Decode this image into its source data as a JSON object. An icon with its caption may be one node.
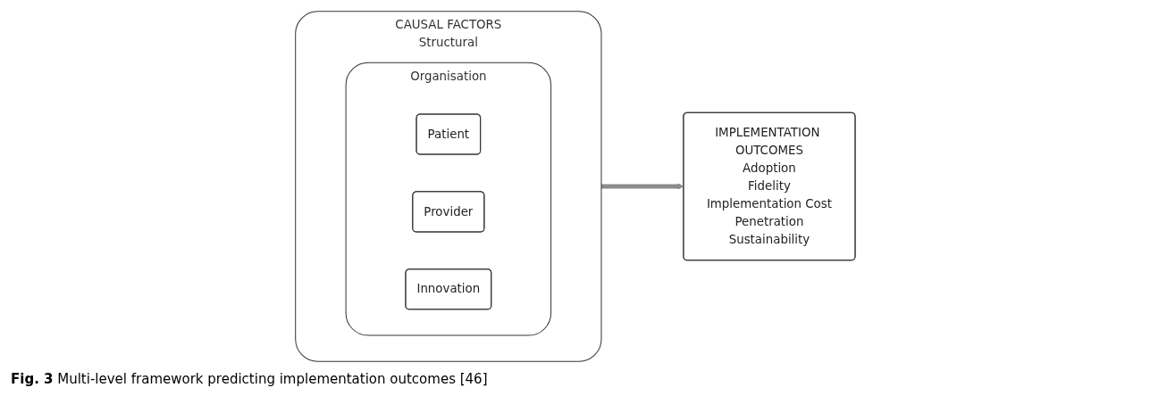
{
  "diagram": {
    "caption": "**Fig. 3** Multi-level framework predicting implementation outcomes [46]",
    "nodes": [
      {
        "text": [
          "CAUSAL FACTORS",
          "Structural"
        ]
      },
      {
        "text": [
          "Organisation"
        ],
        "in": 0
      },
      {
        "text": [
          "Patient"
        ],
        "in": 1
      },
      {
        "text": [
          "Provider"
        ],
        "in": 1
      },
      {
        "text": [
          "Innovation"
        ],
        "in": 1
      },
      {
        "text": [
          "IMPLEMENTATION OUTCOMES",
          "Adoption",
          "Fidelity",
          "Implementation Cost",
          "Penetration",
          "Sustainability"
        ]
      }
    ],
    "edges": [
      {
        "from": 0,
        "to": 5,
        "arrow": "to"
      }
    ]
  }
}
